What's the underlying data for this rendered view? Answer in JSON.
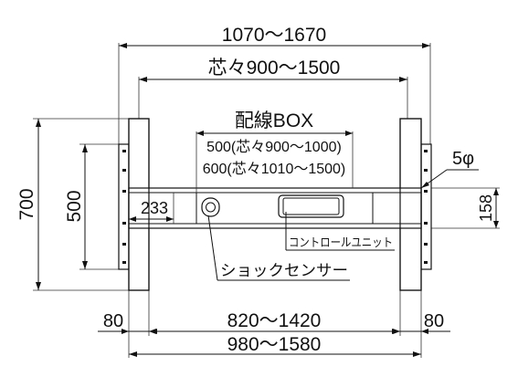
{
  "dimensions": {
    "outer_width": "1070～1670",
    "center_width": "芯々900～1500",
    "height": "700",
    "inner_height": "500",
    "beam_offset": "233",
    "beam_height": "158",
    "pipe_dia": "5φ",
    "leg_left": "80",
    "leg_right": "80",
    "leg_span": "820～1420",
    "frame_width": "980～1580"
  },
  "wiring_box": {
    "title": "配線BOX",
    "size_500": "500(芯々900～1000)",
    "size_600": "600(芯々1010～1500)"
  },
  "labels": {
    "control_unit": "コントロールユニット",
    "shock_sensor": "ショックセンサー"
  }
}
